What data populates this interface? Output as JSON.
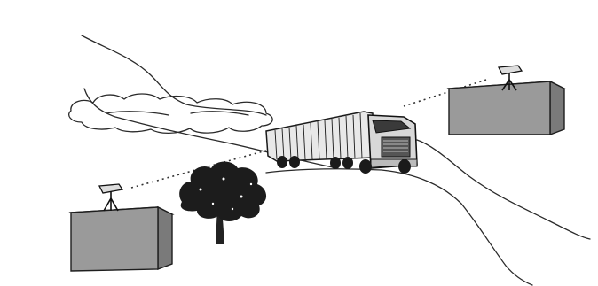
{
  "scene": {
    "elements": [
      "hillside",
      "cloud",
      "road",
      "truck",
      "tree",
      "sensor-left",
      "sensor-right",
      "box-left",
      "box-right",
      "beam-left",
      "beam-right"
    ]
  },
  "colors": {
    "ink": "#2a2a2a",
    "box": "#9a9a9a",
    "background": "#ffffff"
  }
}
